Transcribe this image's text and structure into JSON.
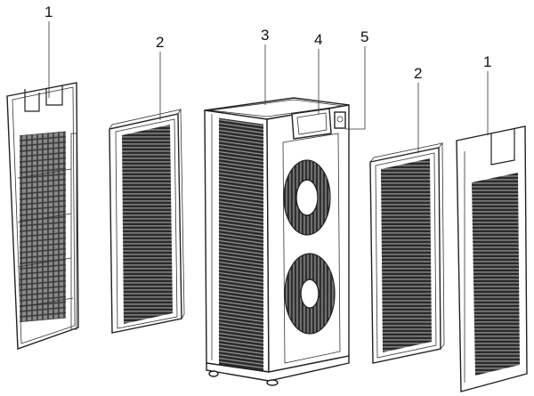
{
  "callouts": {
    "front_cover_left": "1",
    "filter_left": "2",
    "unit_body": "3",
    "handle": "4",
    "sensor": "5",
    "filter_right": "2",
    "front_cover_right": "1"
  },
  "colors": {
    "line": "#222222",
    "mesh": "#2b2b2b",
    "background": "#ffffff"
  }
}
